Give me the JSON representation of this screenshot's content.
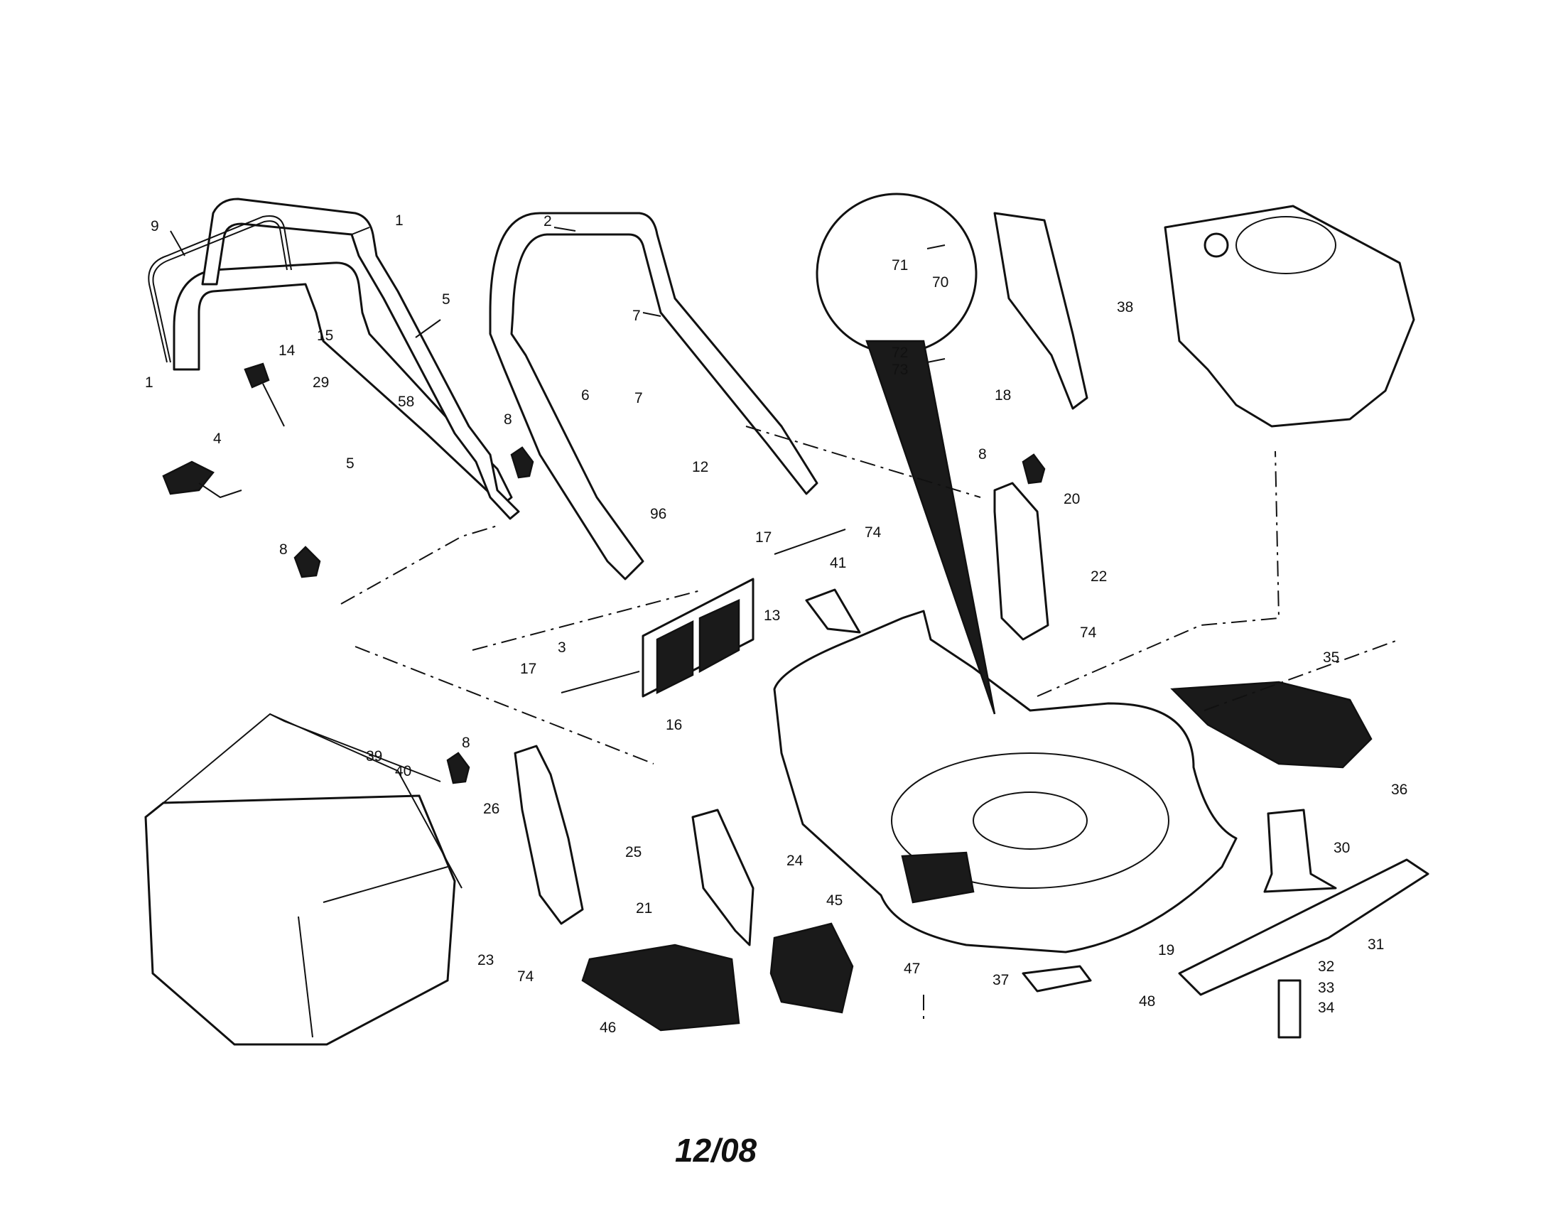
{
  "diagram": {
    "date_code": "12/08",
    "callouts": [
      {
        "id": "c1a",
        "text": "1"
      },
      {
        "id": "c1b",
        "text": "1"
      },
      {
        "id": "c2",
        "text": "2"
      },
      {
        "id": "c3",
        "text": "3"
      },
      {
        "id": "c4",
        "text": "4"
      },
      {
        "id": "c5a",
        "text": "5"
      },
      {
        "id": "c5b",
        "text": "5"
      },
      {
        "id": "c6",
        "text": "6"
      },
      {
        "id": "c7a",
        "text": "7"
      },
      {
        "id": "c7b",
        "text": "7"
      },
      {
        "id": "c8a",
        "text": "8"
      },
      {
        "id": "c8b",
        "text": "8"
      },
      {
        "id": "c8c",
        "text": "8"
      },
      {
        "id": "c8d",
        "text": "8"
      },
      {
        "id": "c9",
        "text": "9"
      },
      {
        "id": "c12",
        "text": "12"
      },
      {
        "id": "c13",
        "text": "13"
      },
      {
        "id": "c14",
        "text": "14"
      },
      {
        "id": "c15",
        "text": "15"
      },
      {
        "id": "c16",
        "text": "16"
      },
      {
        "id": "c17a",
        "text": "17"
      },
      {
        "id": "c17b",
        "text": "17"
      },
      {
        "id": "c18",
        "text": "18"
      },
      {
        "id": "c19",
        "text": "19"
      },
      {
        "id": "c20",
        "text": "20"
      },
      {
        "id": "c21",
        "text": "21"
      },
      {
        "id": "c22",
        "text": "22"
      },
      {
        "id": "c23",
        "text": "23"
      },
      {
        "id": "c24",
        "text": "24"
      },
      {
        "id": "c25",
        "text": "25"
      },
      {
        "id": "c26",
        "text": "26"
      },
      {
        "id": "c29",
        "text": "29"
      },
      {
        "id": "c30",
        "text": "30"
      },
      {
        "id": "c31",
        "text": "31"
      },
      {
        "id": "c32",
        "text": "32"
      },
      {
        "id": "c33",
        "text": "33"
      },
      {
        "id": "c34",
        "text": "34"
      },
      {
        "id": "c35",
        "text": "35"
      },
      {
        "id": "c36",
        "text": "36"
      },
      {
        "id": "c37",
        "text": "37"
      },
      {
        "id": "c38",
        "text": "38"
      },
      {
        "id": "c39",
        "text": "39"
      },
      {
        "id": "c40",
        "text": "40"
      },
      {
        "id": "c41",
        "text": "41"
      },
      {
        "id": "c45",
        "text": "45"
      },
      {
        "id": "c46",
        "text": "46"
      },
      {
        "id": "c47",
        "text": "47"
      },
      {
        "id": "c48",
        "text": "48"
      },
      {
        "id": "c58",
        "text": "58"
      },
      {
        "id": "c70",
        "text": "70"
      },
      {
        "id": "c71",
        "text": "71"
      },
      {
        "id": "c72",
        "text": "72"
      },
      {
        "id": "c73",
        "text": "73"
      },
      {
        "id": "c74a",
        "text": "74"
      },
      {
        "id": "c74b",
        "text": "74"
      },
      {
        "id": "c74c",
        "text": "74"
      },
      {
        "id": "c96",
        "text": "96"
      }
    ]
  }
}
